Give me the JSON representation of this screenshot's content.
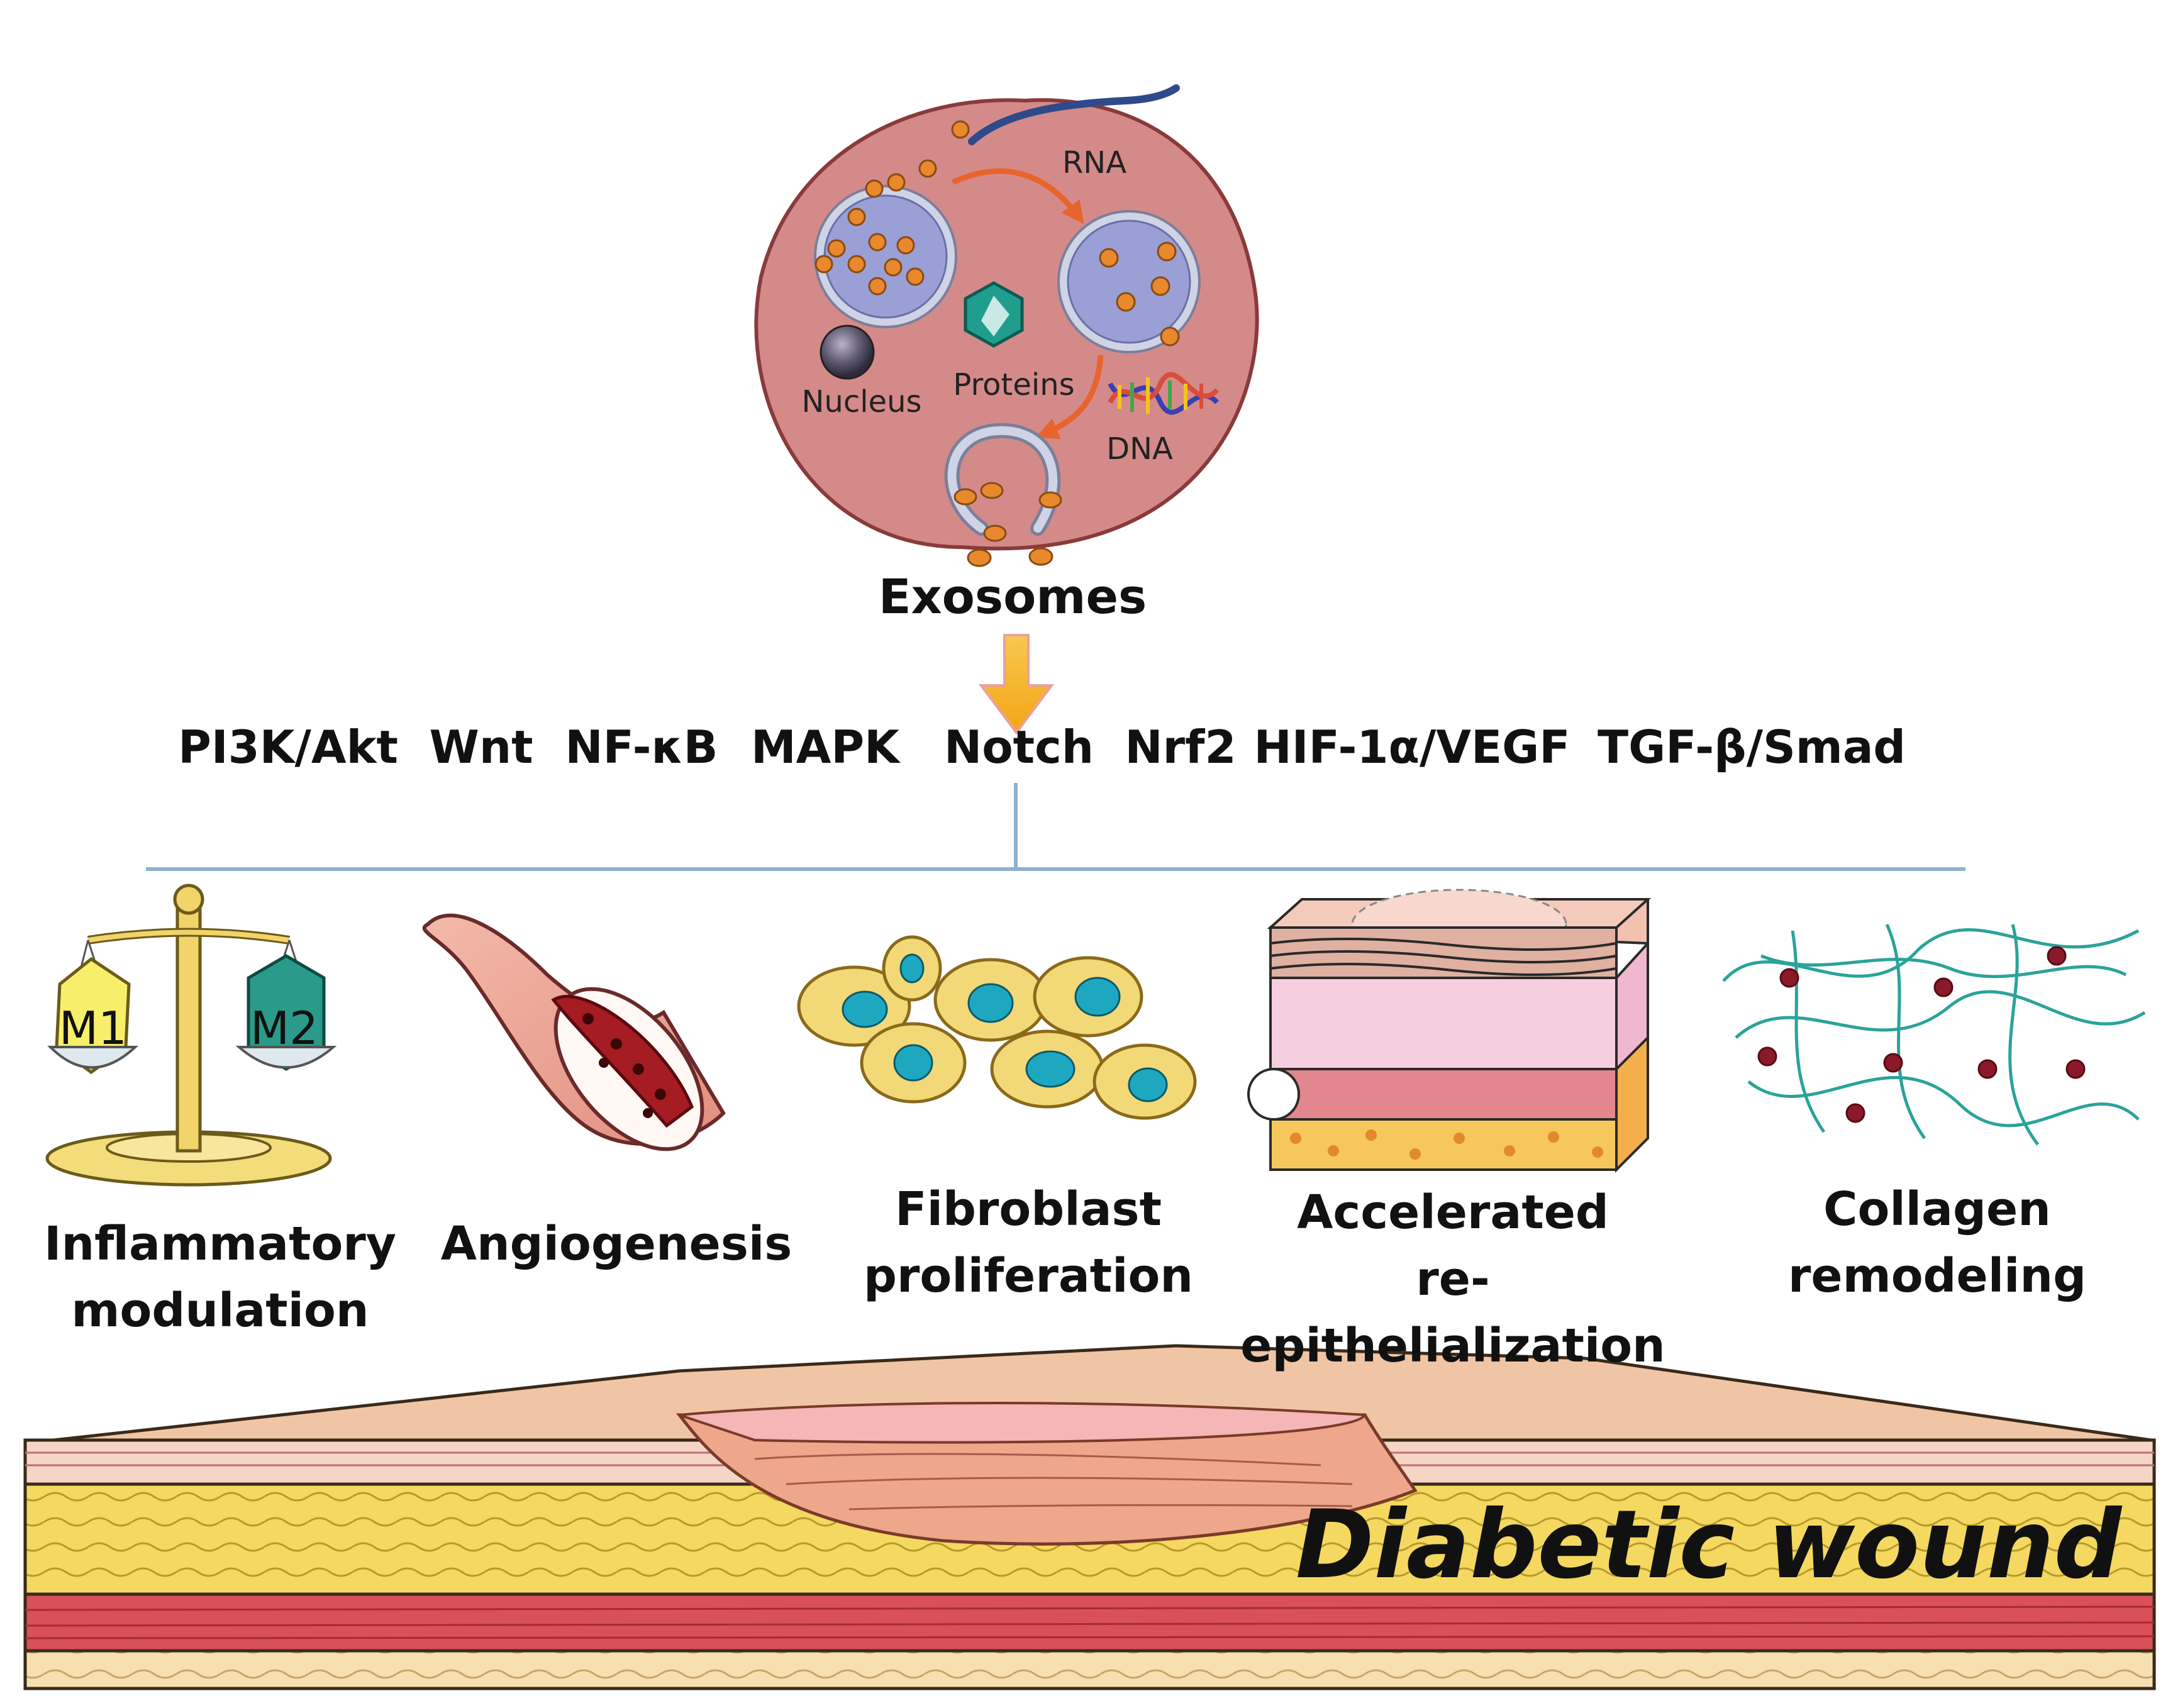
{
  "exosome": {
    "title": "Exosomes",
    "labels": {
      "rna": "RNA",
      "nucleus": "Nucleus",
      "proteins": "Proteins",
      "dna": "DNA"
    }
  },
  "pathways": [
    "PI3K/Akt",
    "Wnt",
    "NF-κB",
    "MAPK",
    "Notch",
    "Nrf2",
    "HIF-1α/VEGF",
    "TGF-β/Smad"
  ],
  "macrophage_labels": [
    "M1",
    "M2"
  ],
  "processes": [
    [
      "Inflammatory",
      "modulation"
    ],
    [
      "Angiogenesis"
    ],
    [
      "Fibroblast",
      "proliferation"
    ],
    [
      "Accelerated",
      "re-epithelialization"
    ],
    [
      "Collagen",
      "remodeling"
    ]
  ],
  "wound": {
    "title": "Diabetic wound"
  },
  "colors": {
    "cell_fill": "#d58a8a",
    "cell_stroke": "#8a3a3a",
    "vesicle_fill": "#9aa0d6",
    "vesicle_ring": "#cfd3e6",
    "cargo": "#e8892d",
    "arrow_orange": "#e8642d",
    "arrow_gold": "#f5b21b",
    "connector": "#8fb0d0",
    "protein": "#1f9e8e",
    "fat": "#f3d65a",
    "dermis": "#f2c7b0",
    "muscle": "#d9505a"
  }
}
